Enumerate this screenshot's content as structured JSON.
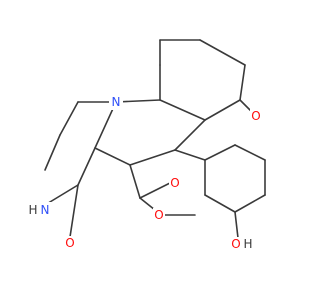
{
  "molecule": {
    "labels": {
      "n_ring": "N",
      "nh": "N",
      "h_on_n": "H",
      "o_lactam": "O",
      "o_ketone": "O",
      "o_ester_carbonyl": "O",
      "o_ester_ether": "O",
      "o_hydroxyl": "O",
      "h_on_o": "H"
    },
    "colors": {
      "bond": "#3a3a3a",
      "nitrogen": "#3050f8",
      "oxygen": "#ff0d0d",
      "hydrogen": "#3a3a3a"
    }
  }
}
